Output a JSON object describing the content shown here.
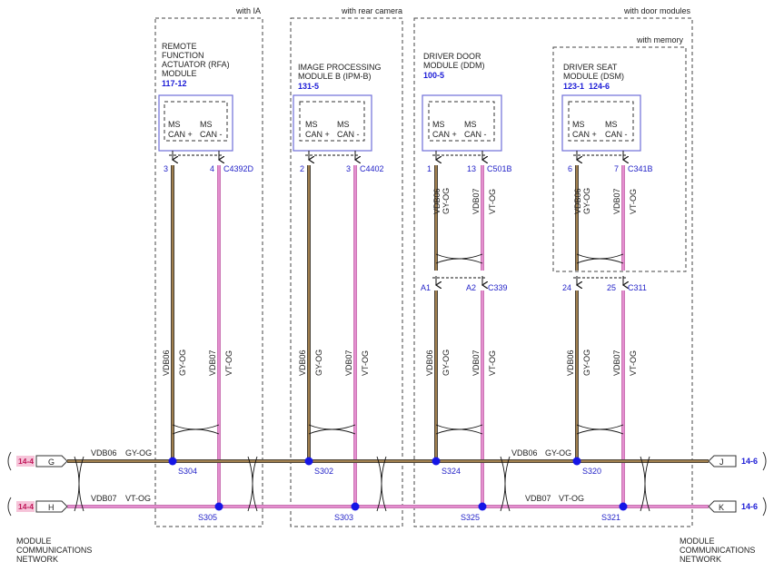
{
  "sections": {
    "ia": "with IA",
    "camera": "with rear camera",
    "door": "with door modules",
    "memory": "with memory"
  },
  "modules": {
    "rfa": {
      "name": [
        "REMOTE",
        "FUNCTION",
        "ACTUATOR (RFA)",
        "MODULE"
      ],
      "ref": "117-12"
    },
    "ipmb": {
      "name": [
        "IMAGE PROCESSING",
        "MODULE B (IPM-B)"
      ],
      "ref": "131-5"
    },
    "ddm": {
      "name": [
        "DRIVER DOOR",
        "MODULE (DDM)"
      ],
      "ref": "100-5"
    },
    "dsm": {
      "name": [
        "DRIVER SEAT",
        "MODULE (DSM)"
      ],
      "ref1": "123-1",
      "ref2": "124-6"
    }
  },
  "pins": {
    "ms": "MS",
    "can_plus": "CAN +",
    "can_minus": "CAN -"
  },
  "connectors": {
    "rfa": {
      "plus": "3",
      "minus": "4",
      "id": "C4392D"
    },
    "ipmb": {
      "plus": "2",
      "minus": "3",
      "id": "C4402"
    },
    "ddm": {
      "plus": "1",
      "minus": "13",
      "id": "C501B"
    },
    "dsm": {
      "plus": "6",
      "minus": "7",
      "id": "C341B"
    },
    "c339": {
      "plus": "A1",
      "minus": "A2",
      "id": "C339"
    },
    "c311": {
      "plus": "24",
      "minus": "25",
      "id": "C311"
    }
  },
  "wires": {
    "plus_circuit": "VDB06",
    "plus_color": "GY-OG",
    "minus_circuit": "VDB07",
    "minus_color": "VT-OG"
  },
  "splices": {
    "s304": "S304",
    "s302": "S302",
    "s324": "S324",
    "s320": "S320",
    "s305": "S305",
    "s303": "S303",
    "s325": "S325",
    "s321": "S321"
  },
  "off_page": {
    "left_ref": "14-4",
    "right_ref": "14-6",
    "g": "G",
    "h": "H",
    "j": "J",
    "k": "K"
  },
  "footer": {
    "left": [
      "MODULE",
      "COMMUNICATIONS",
      "NETWORK"
    ],
    "right": [
      "MODULE",
      "COMMUNICATIONS",
      "NETWORK"
    ]
  },
  "colors": {
    "gy_og": "#a07f4e",
    "vt_og": "#e48fcf",
    "splice": "#1515e6",
    "ref_text": "#1b1bd6",
    "module_border": "#6f6fd8"
  }
}
